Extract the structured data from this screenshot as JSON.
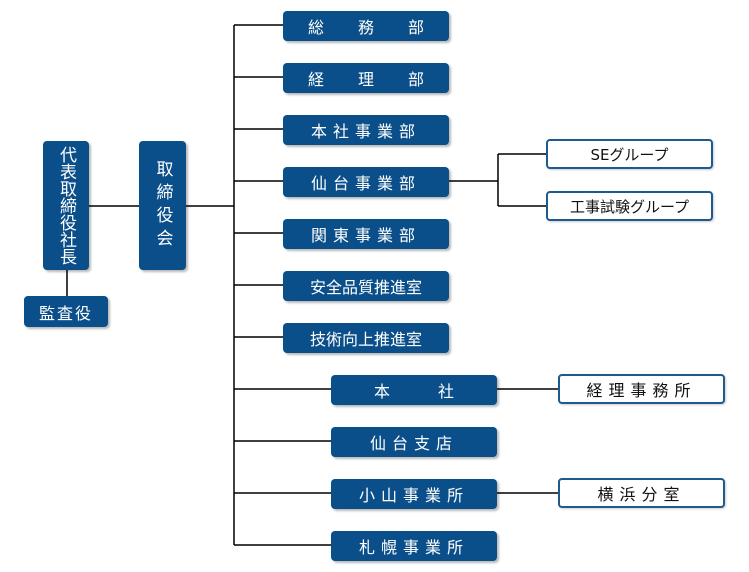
{
  "org_chart": {
    "top": {
      "president": "代表取締役社長",
      "auditor": "監査役",
      "board": "取締役会"
    },
    "departments": [
      "総務部",
      "経理部",
      "本社事業部",
      "仙台事業部",
      "関東事業部",
      "安全品質推進室",
      "技術向上推進室"
    ],
    "offices": [
      "本社",
      "仙台支店",
      "小山事業所",
      "札幌事業所"
    ],
    "sub_units": {
      "sendai_groups": [
        "SEグループ",
        "工事試験グループ"
      ],
      "honsha_office": "経理事務所",
      "oyama_office": "横浜分室"
    },
    "colors": {
      "box_fill": "#0b4f8a",
      "box_text": "#ffffff",
      "outline_border": "#1e5a8c",
      "line": "#000000"
    }
  }
}
